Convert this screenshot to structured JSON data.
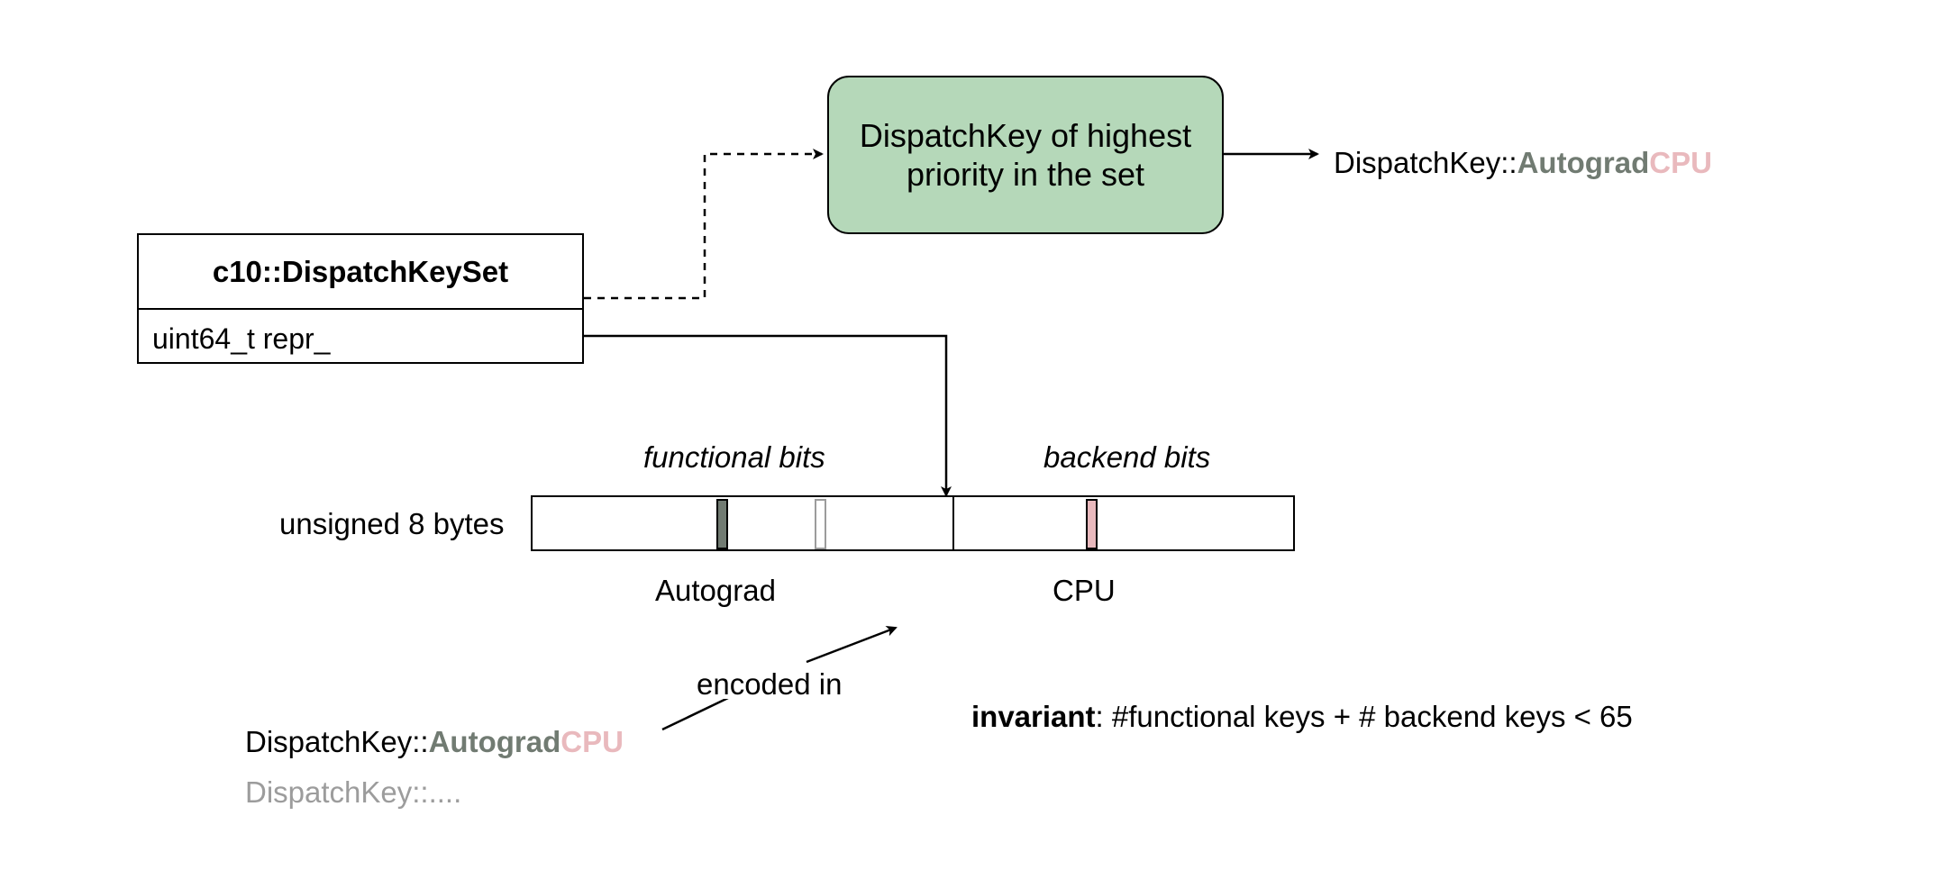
{
  "class_box": {
    "title": "c10::DispatchKeySet",
    "field": "uint64_t repr_"
  },
  "highest_priority_box": {
    "label": "DispatchKey of highest priority in the set"
  },
  "result_key": {
    "prefix": "DispatchKey::",
    "functional": "Autograd",
    "backend": "CPU"
  },
  "bitset": {
    "row_label": "unsigned 8 bytes",
    "functional_header": "functional bits",
    "backend_header": "backend bits",
    "functional_bit_label": "Autograd",
    "backend_bit_label": "CPU"
  },
  "encoding": {
    "arrow_label": "encoded in",
    "key_prefix": "DispatchKey::",
    "key_functional": "Autograd",
    "key_backend": "CPU",
    "more_keys": "DispatchKey::...."
  },
  "invariant": {
    "label": "invariant",
    "text": ": #functional keys + # backend keys < 65"
  },
  "colors": {
    "green_box_fill": "#b5d8b9",
    "autograd_color": "#717b72",
    "cpu_color": "#e9b9bd",
    "muted_text": "#9c9c9c"
  }
}
